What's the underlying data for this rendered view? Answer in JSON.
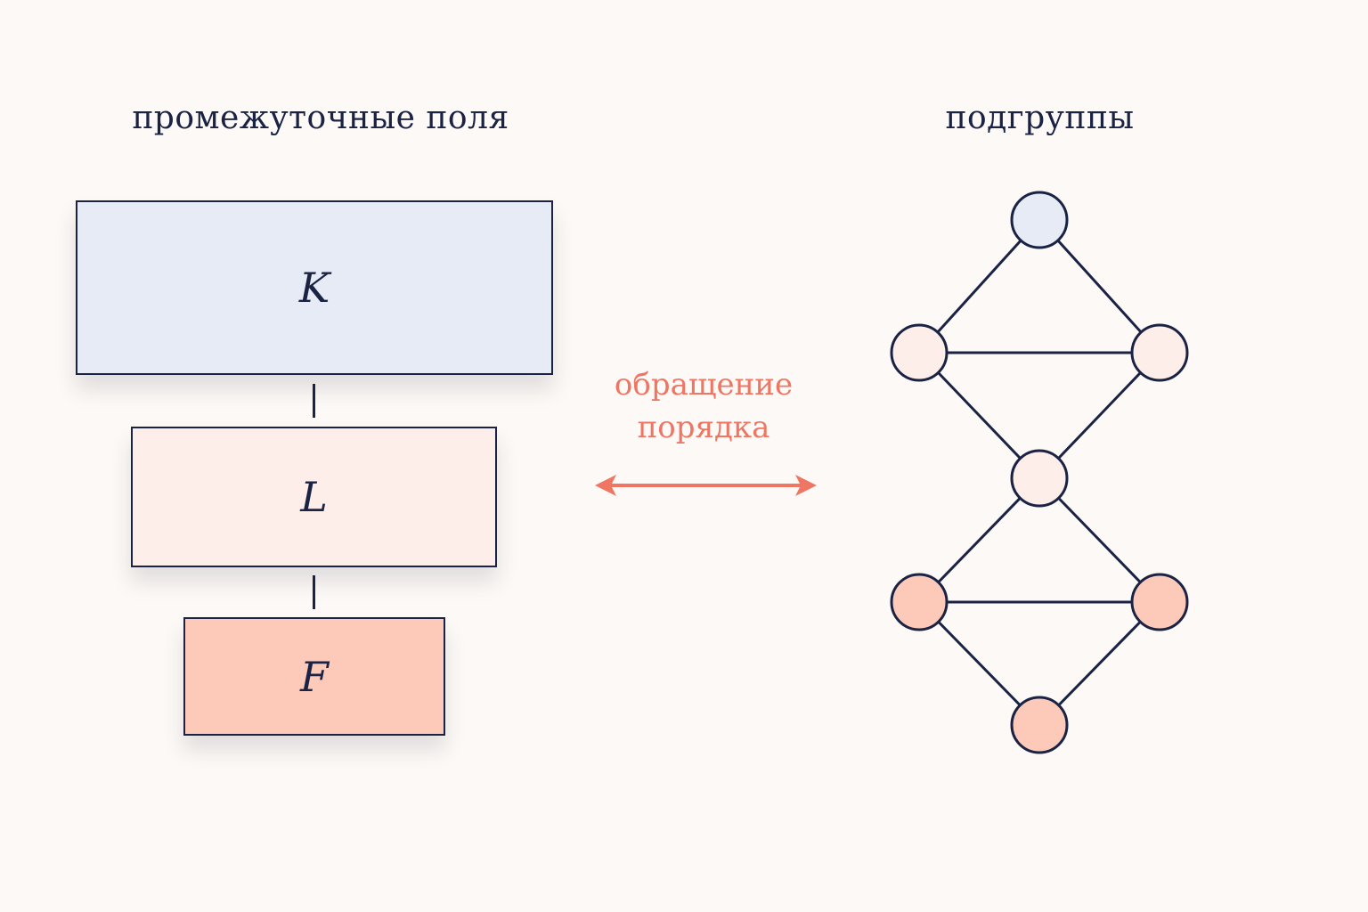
{
  "headings": {
    "left": "промежуточные поля",
    "right": "подгруппы"
  },
  "fields": {
    "k": "K",
    "l": "L",
    "f": "F"
  },
  "correspondence": {
    "line1": "обращение",
    "line2": "порядка"
  },
  "colors": {
    "ink": "#1b2344",
    "accent": "#ee7663",
    "top_fill": "#e7ebf5",
    "middle_fill": "#fdeeea",
    "bottom_fill": "#fdcab9",
    "background": "#fcf9f6"
  }
}
